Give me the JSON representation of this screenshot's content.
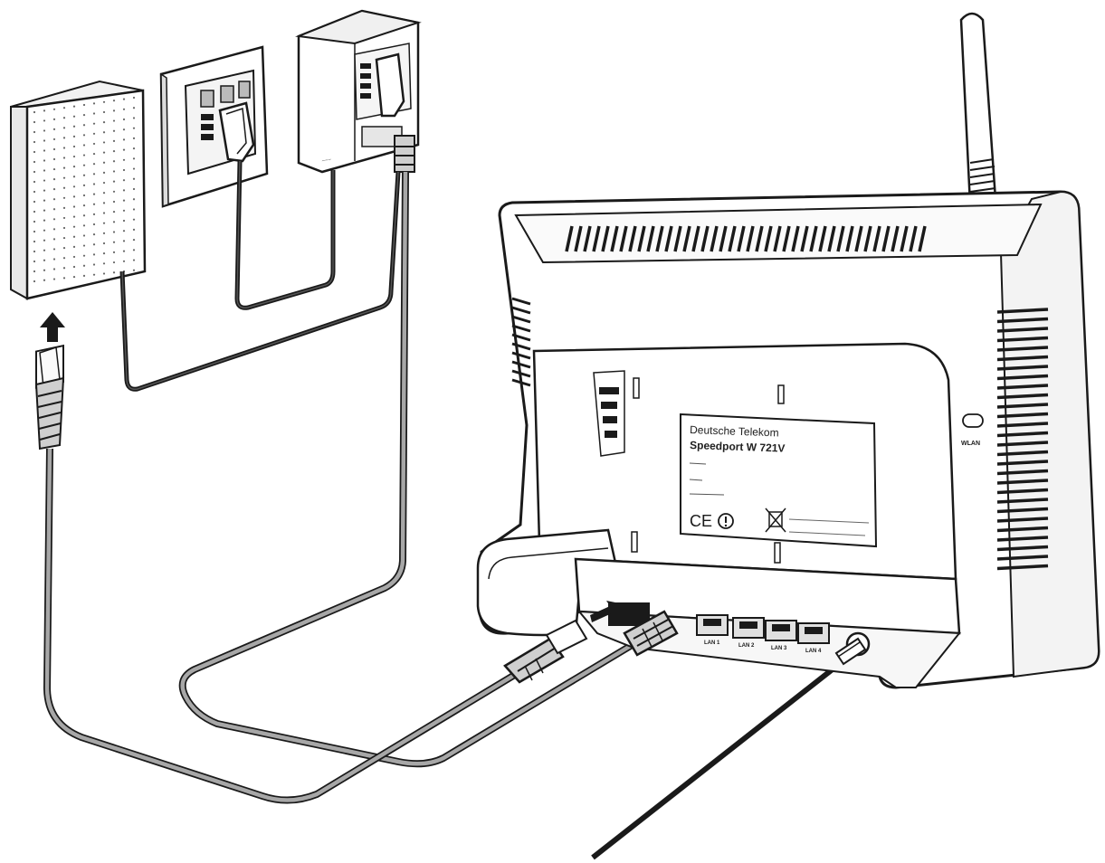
{
  "router_label": {
    "brand": "Deutsche Telekom",
    "model": "Speedport W 721V"
  },
  "router_ports": {
    "lan1": "LAN 1",
    "lan2": "LAN 2",
    "lan3": "LAN 3",
    "lan4": "LAN 4",
    "wlan": "WLAN"
  },
  "colors": {
    "line": "#1a1a1a",
    "cable_dark": "#222222",
    "cable_light": "#9a9a9a",
    "device_fill": "#ffffff",
    "shade": "#e6e6e6"
  }
}
